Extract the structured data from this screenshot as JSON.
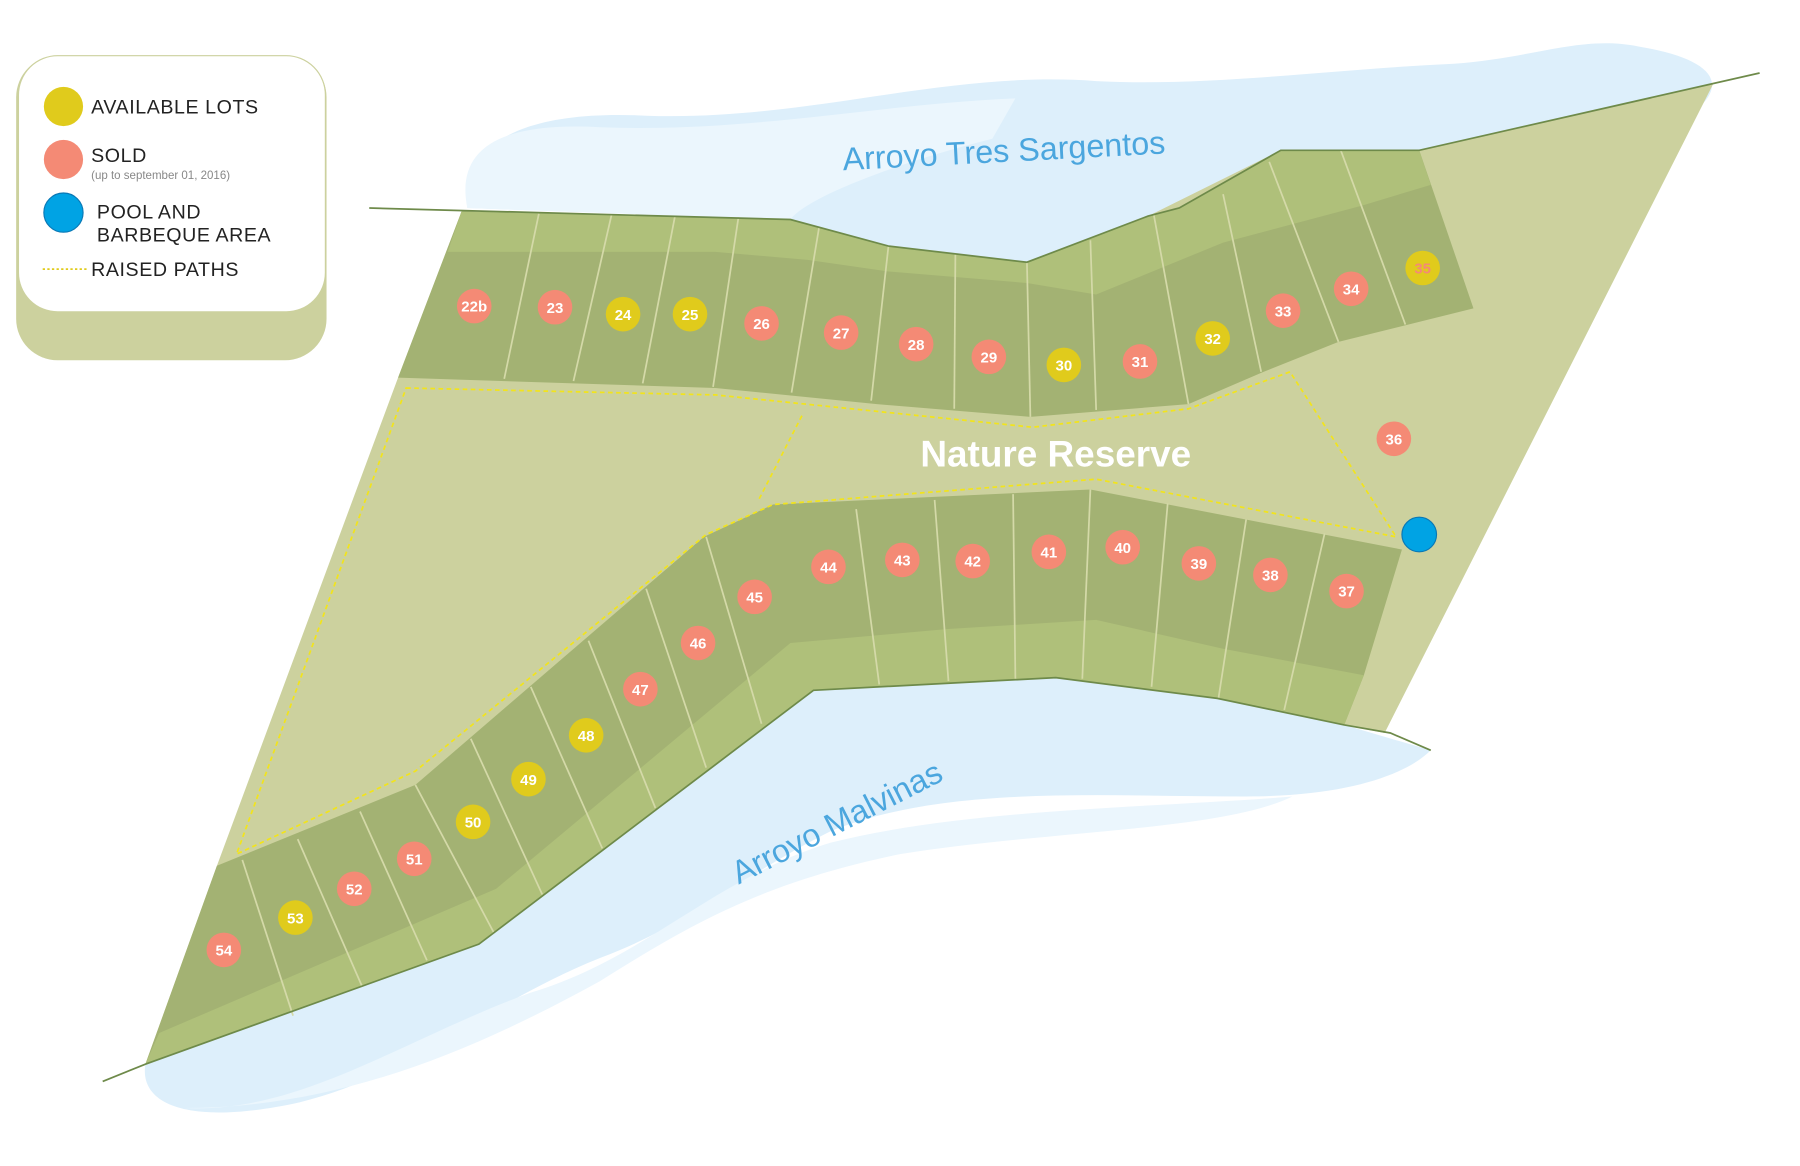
{
  "legend": {
    "available": "AVAILABLE LOTS",
    "sold": "SOLD",
    "sold_note": "(up to september 01, 2016)",
    "pool_line1": "POOL AND",
    "pool_line2": "BARBEQUE  AREA",
    "paths": "RAISED PATHS"
  },
  "labels": {
    "creek_north": "Arroyo Tres Sargentos",
    "creek_south": "Arroyo Malvinas",
    "reserve": "Nature Reserve"
  },
  "colors": {
    "available": "#E0CB1C",
    "sold": "#F48A75",
    "pool": "#00A3E4",
    "path": "#F2E41C",
    "water": "#DDEFFB",
    "land": "#CCD19E",
    "lot": "#A3B273",
    "lot_edge": "#AFC07A",
    "label_blue": "#4BA6DE"
  },
  "lots": [
    {
      "id": "22b",
      "status": "sold"
    },
    {
      "id": "23",
      "status": "sold"
    },
    {
      "id": "24",
      "status": "available"
    },
    {
      "id": "25",
      "status": "available"
    },
    {
      "id": "26",
      "status": "sold"
    },
    {
      "id": "27",
      "status": "sold"
    },
    {
      "id": "28",
      "status": "sold"
    },
    {
      "id": "29",
      "status": "sold"
    },
    {
      "id": "30",
      "status": "available"
    },
    {
      "id": "31",
      "status": "sold"
    },
    {
      "id": "32",
      "status": "available"
    },
    {
      "id": "33",
      "status": "sold"
    },
    {
      "id": "34",
      "status": "sold"
    },
    {
      "id": "35",
      "status": "available"
    },
    {
      "id": "36",
      "status": "sold"
    },
    {
      "id": "37",
      "status": "sold"
    },
    {
      "id": "38",
      "status": "sold"
    },
    {
      "id": "39",
      "status": "sold"
    },
    {
      "id": "40",
      "status": "sold"
    },
    {
      "id": "41",
      "status": "sold"
    },
    {
      "id": "42",
      "status": "sold"
    },
    {
      "id": "43",
      "status": "sold"
    },
    {
      "id": "44",
      "status": "sold"
    },
    {
      "id": "45",
      "status": "sold"
    },
    {
      "id": "46",
      "status": "sold"
    },
    {
      "id": "47",
      "status": "sold"
    },
    {
      "id": "48",
      "status": "available"
    },
    {
      "id": "49",
      "status": "available"
    },
    {
      "id": "50",
      "status": "available"
    },
    {
      "id": "51",
      "status": "sold"
    },
    {
      "id": "52",
      "status": "sold"
    },
    {
      "id": "53",
      "status": "available"
    },
    {
      "id": "54",
      "status": "sold"
    }
  ]
}
